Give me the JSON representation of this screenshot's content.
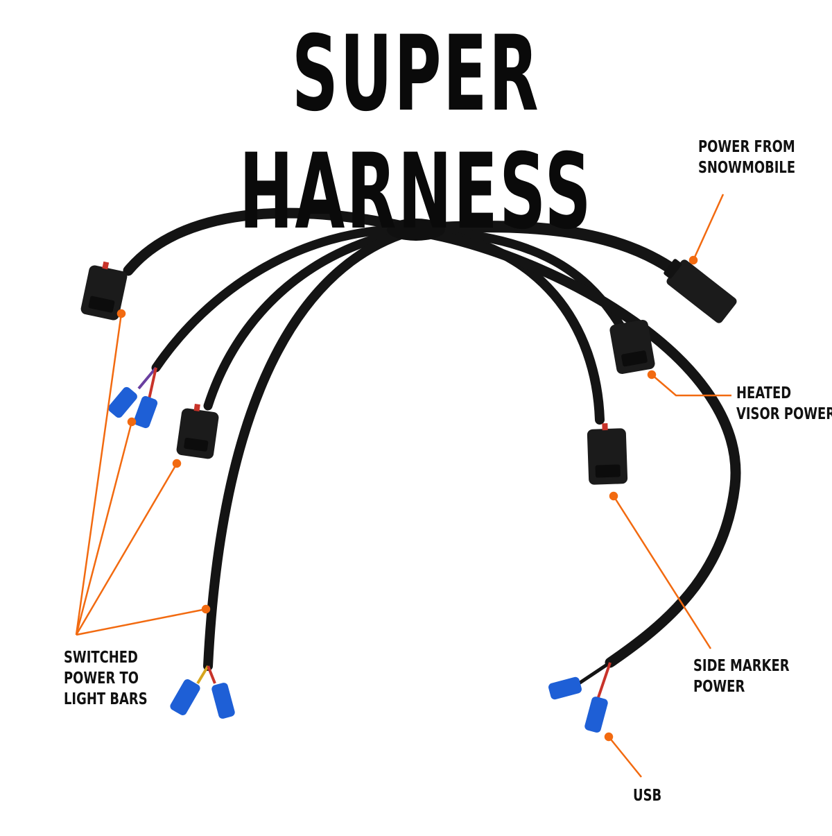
{
  "title": "SUPER HARNESS",
  "colors": {
    "leader": "#f26a10",
    "cable": "#141414",
    "connector": "#1b1b1b",
    "terminal": "#1e5fd6",
    "text": "#111111"
  },
  "labels": {
    "power_from_snowmobile": [
      "POWER FROM",
      "SNOWMOBILE"
    ],
    "heated_visor_power": [
      "HEATED",
      "VISOR POWER"
    ],
    "side_marker_power": [
      "SIDE MARKER",
      "POWER"
    ],
    "usb": [
      "USB"
    ],
    "switched_power": [
      "SWITCHED",
      "POWER TO",
      "LIGHT BARS"
    ]
  }
}
